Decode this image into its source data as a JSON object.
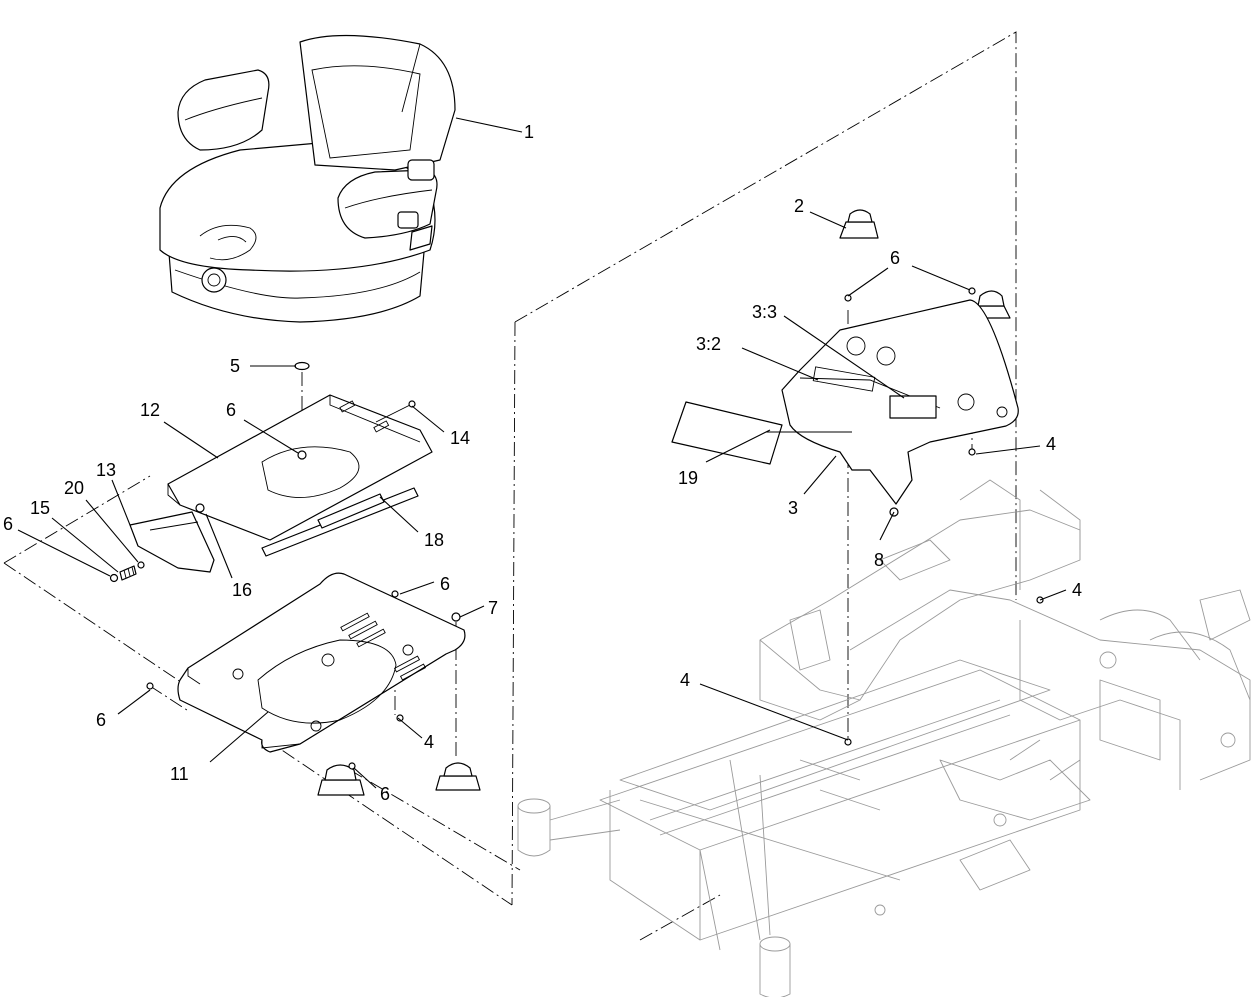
{
  "callouts": [
    {
      "id": "c1",
      "text": "1"
    },
    {
      "id": "c2",
      "text": "2"
    },
    {
      "id": "c3",
      "text": "3"
    },
    {
      "id": "c3_2",
      "text": "3:2"
    },
    {
      "id": "c3_3",
      "text": "3:3"
    },
    {
      "id": "c4a",
      "text": "4"
    },
    {
      "id": "c4b",
      "text": "4"
    },
    {
      "id": "c4c",
      "text": "4"
    },
    {
      "id": "c4d",
      "text": "4"
    },
    {
      "id": "c5",
      "text": "5"
    },
    {
      "id": "c6a",
      "text": "6"
    },
    {
      "id": "c6b",
      "text": "6"
    },
    {
      "id": "c6c",
      "text": "6"
    },
    {
      "id": "c6d",
      "text": "6"
    },
    {
      "id": "c6e",
      "text": "6"
    },
    {
      "id": "c6f",
      "text": "6"
    },
    {
      "id": "c7",
      "text": "7"
    },
    {
      "id": "c8",
      "text": "8"
    },
    {
      "id": "c11",
      "text": "11"
    },
    {
      "id": "c12",
      "text": "12"
    },
    {
      "id": "c13",
      "text": "13"
    },
    {
      "id": "c14",
      "text": "14"
    },
    {
      "id": "c15",
      "text": "15"
    },
    {
      "id": "c16",
      "text": "16"
    },
    {
      "id": "c18",
      "text": "18"
    },
    {
      "id": "c19",
      "text": "19"
    },
    {
      "id": "c20",
      "text": "20"
    }
  ],
  "colors": {
    "line": "#000000",
    "frame_line": "#9a9a9a",
    "background": "#ffffff"
  }
}
